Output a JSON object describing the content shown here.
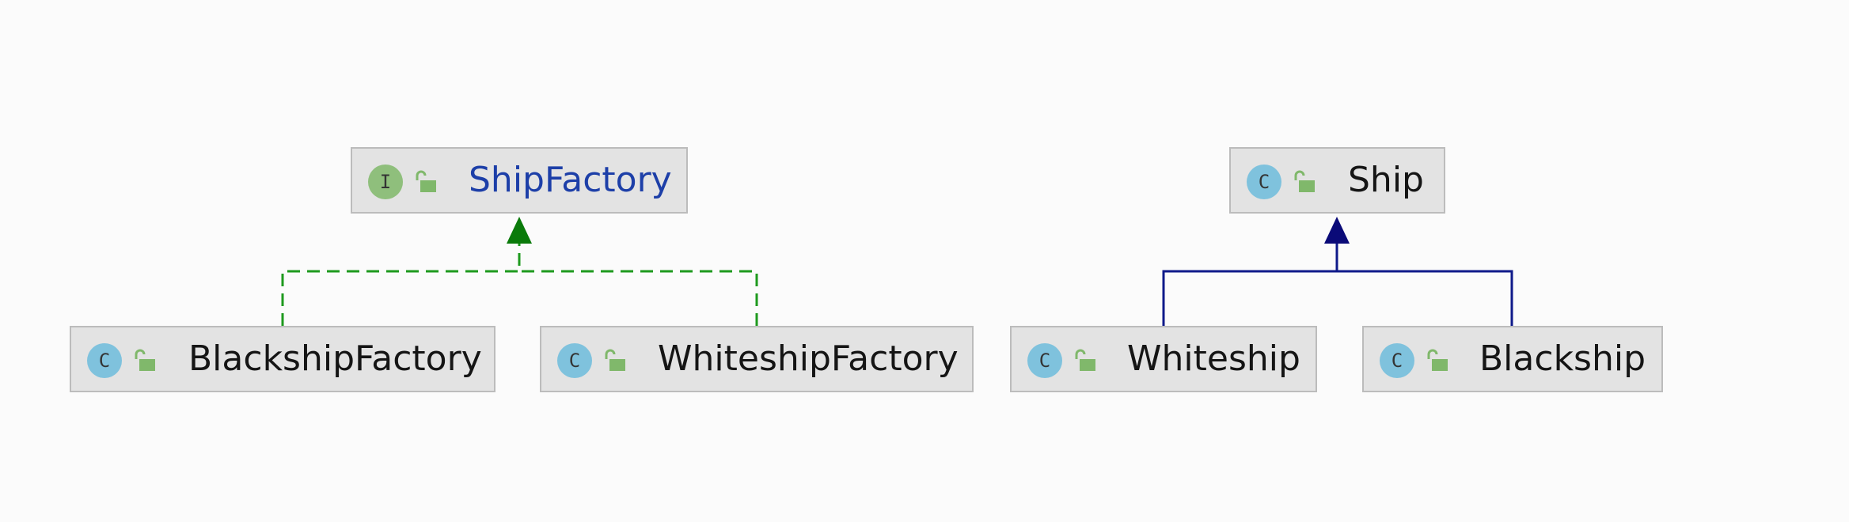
{
  "diagram": {
    "colors": {
      "background": "#fbfbfb",
      "node_fill": "#e3e3e3",
      "node_border": "#bcbcbc",
      "interface_badge": "#8fbf7c",
      "class_badge": "#7fc2dd",
      "lock": "#80b86b",
      "implements_edge": "#1e9a1e",
      "implements_arrowhead": "#0a7a0a",
      "extends_edge": "#0f1a8a",
      "interface_text": "#1d3fa8",
      "class_text": "#151515"
    },
    "nodes": [
      {
        "id": "shipfactory",
        "kind": "interface",
        "kind_letter": "I",
        "icon": "unlocked-padlock-icon",
        "name": "ShipFactory"
      },
      {
        "id": "blackshipfactory",
        "kind": "class",
        "kind_letter": "C",
        "icon": "unlocked-padlock-icon",
        "name": "BlackshipFactory"
      },
      {
        "id": "whiteshipfactory",
        "kind": "class",
        "kind_letter": "C",
        "icon": "unlocked-padlock-icon",
        "name": "WhiteshipFactory"
      },
      {
        "id": "ship",
        "kind": "class",
        "kind_letter": "C",
        "icon": "unlocked-padlock-icon",
        "name": "Ship"
      },
      {
        "id": "whiteship",
        "kind": "class",
        "kind_letter": "C",
        "icon": "unlocked-padlock-icon",
        "name": "Whiteship"
      },
      {
        "id": "blackship",
        "kind": "class",
        "kind_letter": "C",
        "icon": "unlocked-padlock-icon",
        "name": "Blackship"
      }
    ],
    "edges": [
      {
        "from": "blackshipfactory",
        "to": "shipfactory",
        "type": "implements",
        "style": "dashed"
      },
      {
        "from": "whiteshipfactory",
        "to": "shipfactory",
        "type": "implements",
        "style": "dashed"
      },
      {
        "from": "whiteship",
        "to": "ship",
        "type": "extends",
        "style": "solid"
      },
      {
        "from": "blackship",
        "to": "ship",
        "type": "extends",
        "style": "solid"
      }
    ]
  }
}
